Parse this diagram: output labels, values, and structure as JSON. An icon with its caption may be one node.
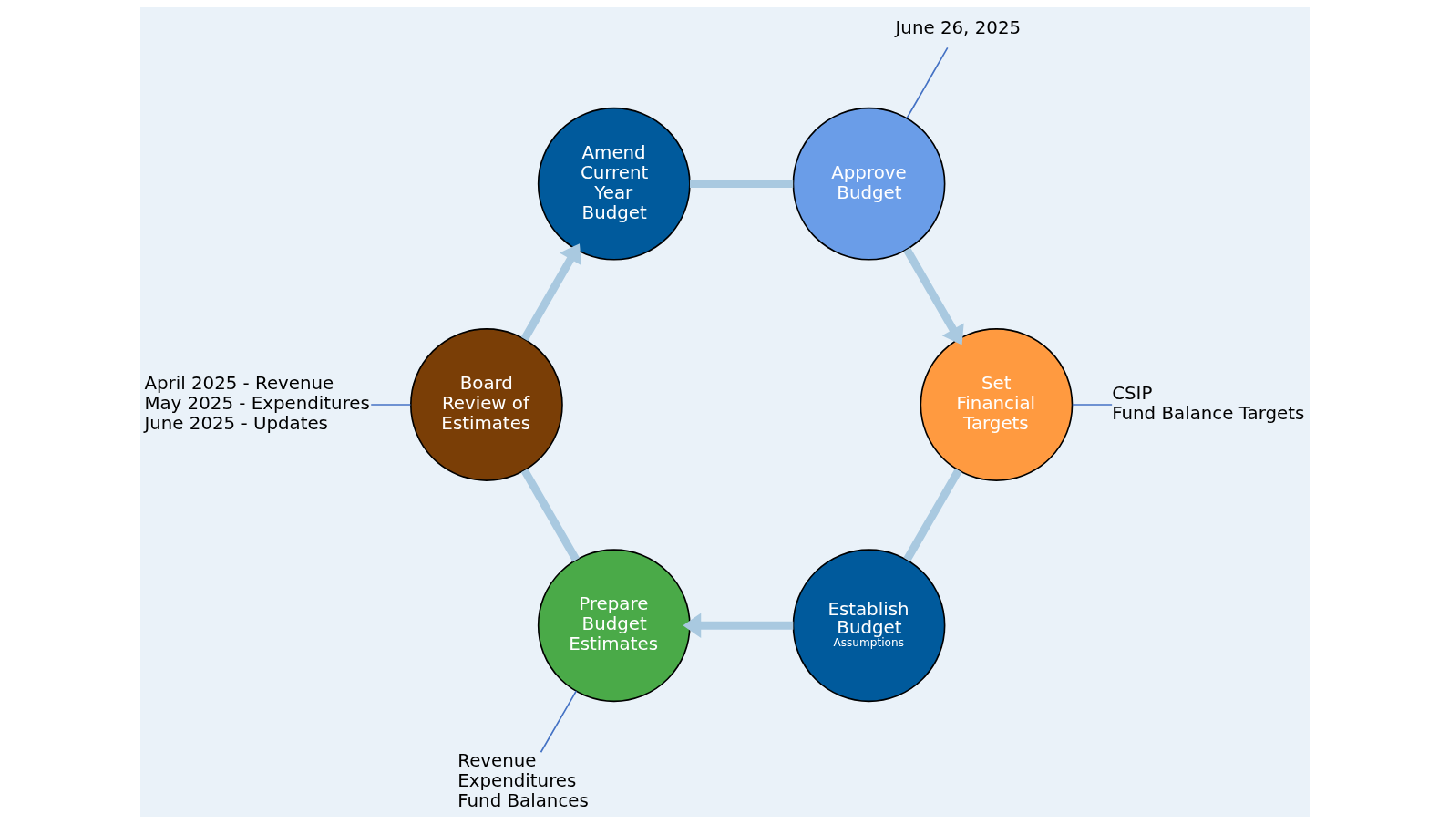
{
  "diagram": {
    "nodes": [
      {
        "text": [
          "Establish Budget",
          "Assumptions"
        ]
      },
      {
        "text": [
          "Prepare Budget Estimates"
        ]
      },
      {
        "text": [
          "Board Review of Estimates"
        ]
      },
      {
        "text": [
          "Amend Current Year Budget"
        ]
      },
      {
        "text": [
          "Approve Budget"
        ]
      },
      {
        "text": [
          "Set Financial Targets"
        ]
      },
      {
        "text": [
          "CSIP",
          "Fund Balance Targets"
        ]
      },
      {
        "text": [
          "Revenue",
          "Expenditures",
          "Fund Balances"
        ]
      },
      {
        "text": [
          "June 26, 2025"
        ]
      },
      {
        "text": [
          "April 2025 - Revenue",
          "May 2025 - Expenditures",
          "June 2025 - Updates"
        ]
      }
    ],
    "edges": [
      {
        "from": 0,
        "to": 1,
        "arrow": "to"
      },
      {
        "from": 1,
        "to": 2,
        "arrow": "none"
      },
      {
        "from": 2,
        "to": 3,
        "arrow": "to"
      },
      {
        "from": 3,
        "to": 4,
        "arrow": "none"
      },
      {
        "from": 4,
        "to": 5,
        "arrow": "to"
      },
      {
        "from": 5,
        "to": 0,
        "arrow": "none"
      },
      {
        "from": 6,
        "to": 5,
        "arrow": "none",
        "color": "#4472c4"
      },
      {
        "from": 7,
        "to": 1,
        "arrow": "none",
        "color": "#4472c4"
      },
      {
        "from": 8,
        "to": 4,
        "arrow": "none",
        "color": "#4472c4"
      },
      {
        "from": 9,
        "to": 2,
        "arrow": "none",
        "color": "#4472c4"
      }
    ]
  }
}
